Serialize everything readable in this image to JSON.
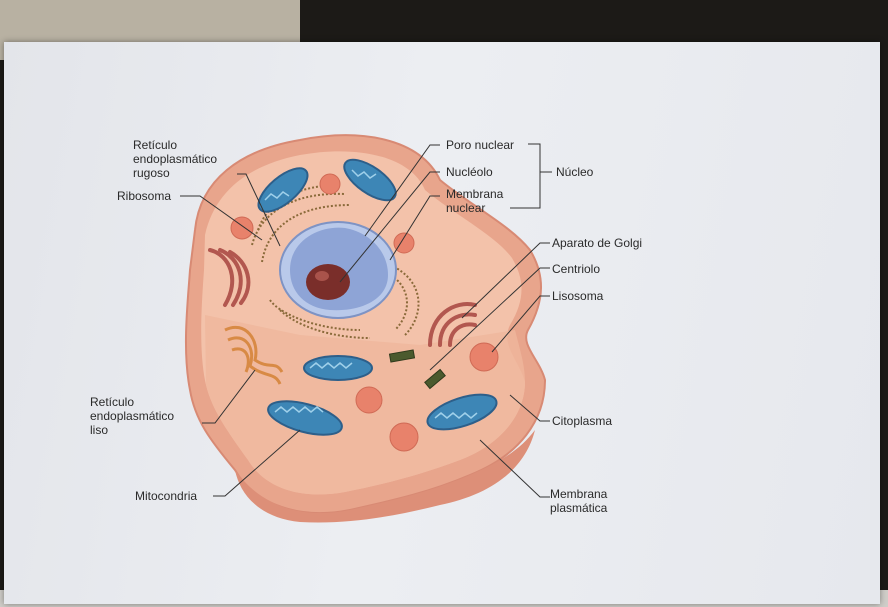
{
  "labels": {
    "reticulo_rugoso": "Retículo\nendoplasmático\nrugoso",
    "ribosoma": "Ribosoma",
    "poro_nuclear": "Poro nuclear",
    "nucleolo": "Nucléolo",
    "membrana_nuclear": "Membrana\nnuclear",
    "nucleo": "Núcleo",
    "aparato_golgi": "Aparato de Golgi",
    "centriolo": "Centriolo",
    "lisosoma": "Lisosoma",
    "reticulo_liso": "Retículo\nendoplasmático\nliso",
    "citoplasma": "Citoplasma",
    "mitocondria": "Mitocondria",
    "membrana_plasmatica": "Membrana\nplasmática"
  },
  "colors": {
    "cytoplasm": "#f0b59a",
    "membrane": "#e79a80",
    "nucleus": "#9fb4dc",
    "nucleolus": "#7a2e2a",
    "mitochondria": "#3d86b6",
    "lysosome": "#e8826b",
    "golgi": "#b2574f",
    "smooth_er": "#e8a060"
  }
}
